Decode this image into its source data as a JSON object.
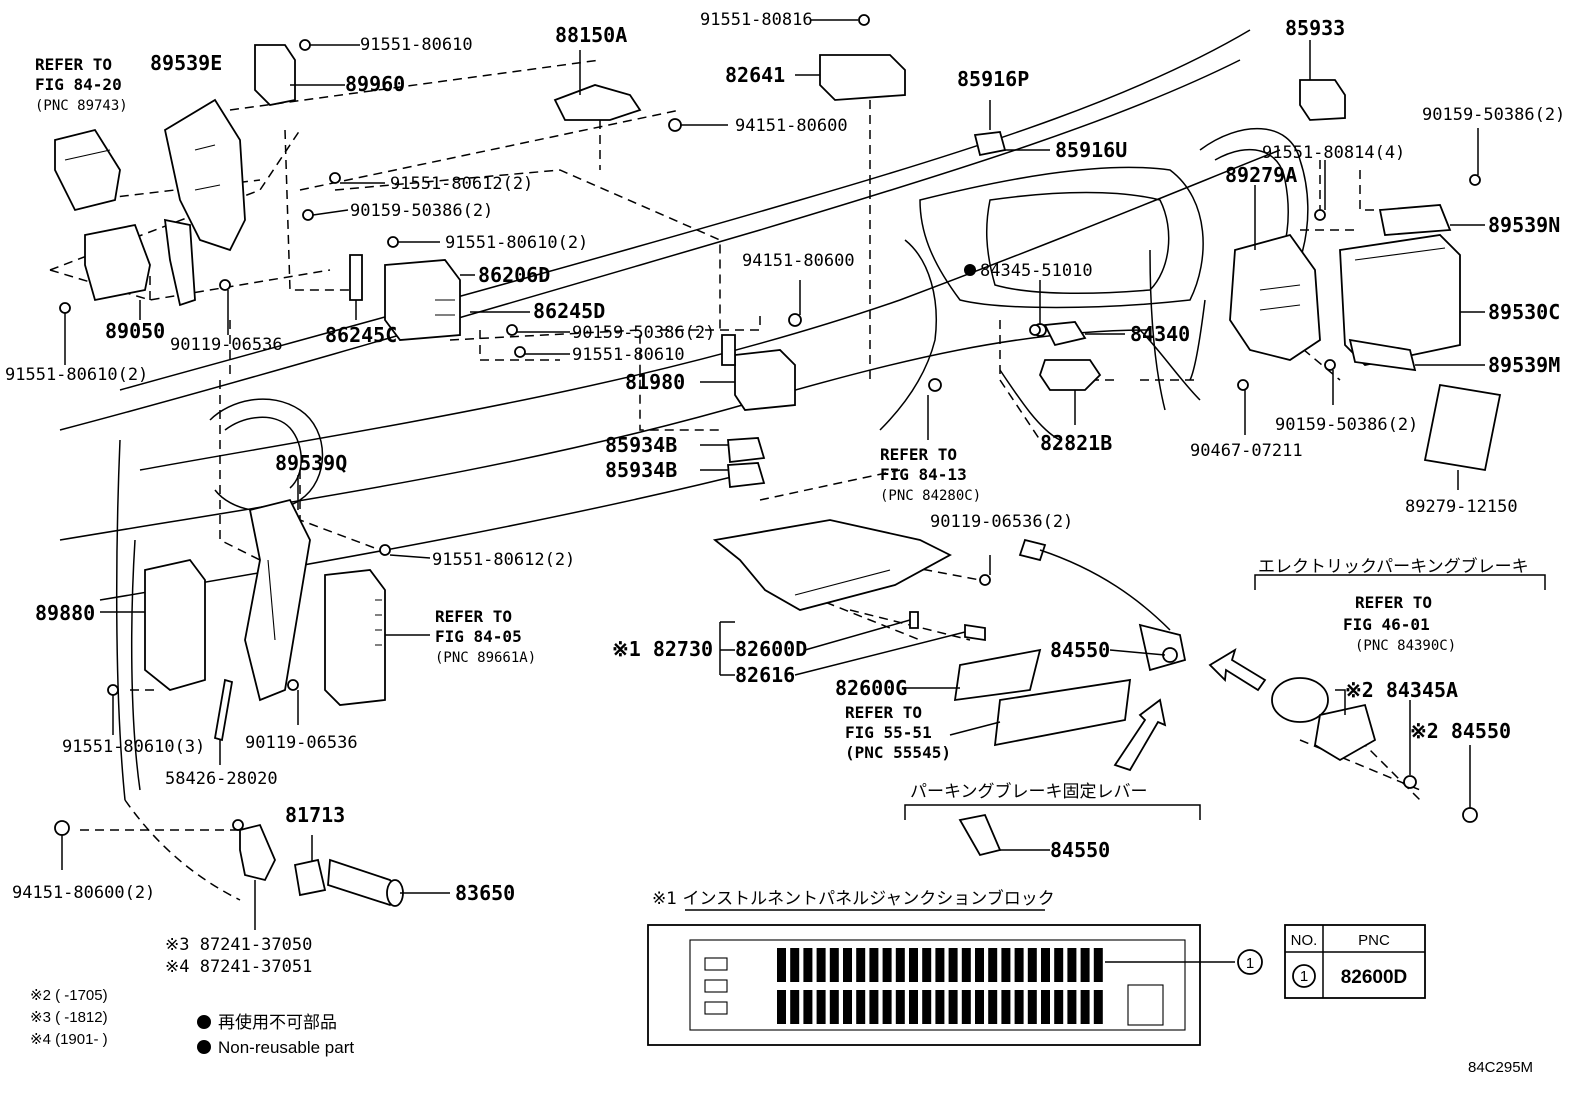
{
  "refs": {
    "fig_84_20": [
      "REFER TO",
      "FIG 84-20",
      "(PNC 89743)"
    ],
    "fig_84_13": [
      "REFER TO",
      "FIG 84-13",
      "(PNC 84280C)"
    ],
    "fig_84_05": [
      "REFER TO",
      "FIG 84-05",
      "(PNC 89661A)"
    ],
    "fig_55_51": [
      "REFER TO",
      "FIG 55-51",
      "(PNC 55545)"
    ],
    "fig_46_01": [
      "REFER TO",
      "FIG 46-01",
      "(PNC 84390C)"
    ]
  },
  "parts": {
    "p89539E": "89539E",
    "p91551_80610_top": "91551-80610",
    "p89960": "89960",
    "p91551_80612_2_top": "91551-80612(2)",
    "p90159_50386_2_left": "90159-50386(2)",
    "p91551_80610_2_mid": "91551-80610(2)",
    "p86206D": "86206D",
    "p86245D": "86245D",
    "p86245C": "86245C",
    "p90159_50386_2_mid": "90159-50386(2)",
    "p91551_80610_mid": "91551-80610",
    "p89050": "89050",
    "p90119_06536_a": "90119-06536",
    "p91551_80610_2_left": "91551-80610(2)",
    "p88150A": "88150A",
    "p91551_80816": "91551-80816",
    "p82641": "82641",
    "p94151_80600_top": "94151-80600",
    "p94151_80600_mid": "94151-80600",
    "p81980": "81980",
    "p85934B_1": "85934B",
    "p85934B_2": "85934B",
    "p85916P": "85916P",
    "p85916U": "85916U",
    "p84345_51010": "84345-51010",
    "p84340": "84340",
    "p82821B": "82821B",
    "p85933": "85933",
    "p91551_80814_4": "91551-80814(4)",
    "p89279A": "89279A",
    "p90159_50386_2_right": "90159-50386(2)",
    "p89539N": "89539N",
    "p89530C": "89530C",
    "p89539M": "89539M",
    "p90159_50386_2_lower": "90159-50386(2)",
    "p90467_07211": "90467-07211",
    "p89279_12150": "89279-12150",
    "p89539Q": "89539Q",
    "p91551_80612_2_low": "91551-80612(2)",
    "p89880": "89880",
    "p91551_80610_3": "91551-80610(3)",
    "p90119_06536_b": "90119-06536",
    "p58426_28020": "58426-28020",
    "p94151_80600_2": "94151-80600(2)",
    "p81713": "81713",
    "p83650": "83650",
    "p87241_37050": "※3 87241-37050",
    "p87241_37051": "※4 87241-37051",
    "p90119_06536_2": "90119-06536(2)",
    "p82730": "※1 82730",
    "p82600D": "82600D",
    "p82616": "82616",
    "p82600G": "82600G",
    "p84550_a": "84550",
    "p84345A": "※2 84345A",
    "p84550_b": "※2 84550",
    "p84550_c": "84550"
  },
  "jp_labels": {
    "electric_parking_brake": "エレクトリックパーキングブレーキ",
    "parking_brake_lever": "パーキングブレーキ固定レバー",
    "ipjb_title": "※1 インストルネントパネルジャンクションブロック"
  },
  "legend": {
    "note2": "※2 (         -1705)",
    "note3": "※3 (         -1812)",
    "note4": "※4 (1901-         )",
    "nonreusable_jp": "再使用不可部品",
    "nonreusable_en": "Non-reusable part"
  },
  "table": {
    "col_no": "NO.",
    "col_pnc": "PNC",
    "row_no": "1",
    "row_pnc": "82600D"
  },
  "callout_number": "1",
  "figure_code": "84C295M"
}
